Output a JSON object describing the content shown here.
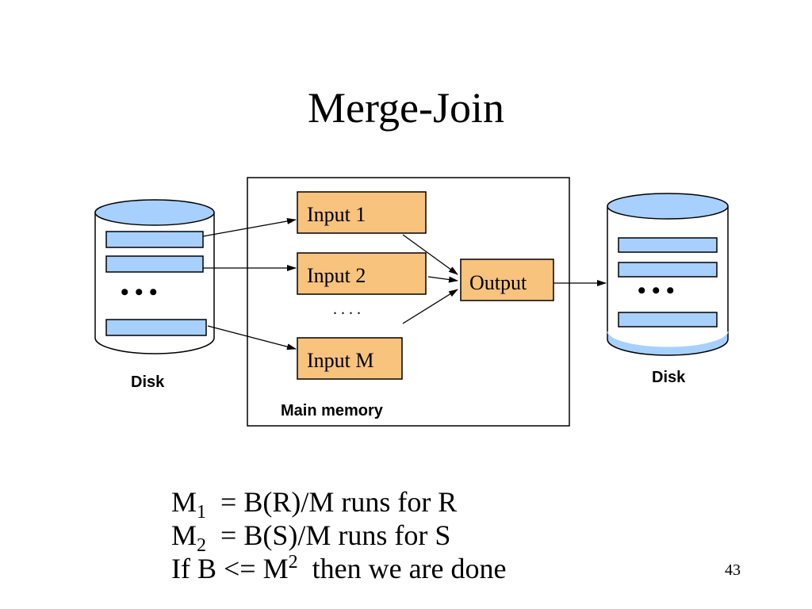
{
  "slide": {
    "title": "Merge-Join",
    "page_number": "43"
  },
  "diagram": {
    "left_disk_label": "Disk",
    "right_disk_label": "Disk",
    "memory_label": "Main memory",
    "disk_dots": "• • •",
    "input_dots": ". . . .",
    "inputs": [
      "Input 1",
      "Input 2",
      "Input M"
    ],
    "output": "Output",
    "colors": {
      "buffer_fill": "#f7c37d",
      "disk_fill": "#a8d0ff",
      "stroke": "#000000"
    }
  },
  "formulas": [
    {
      "base": "M",
      "sub": "1",
      "rest": "  = B(R)/M runs for R"
    },
    {
      "base": "M",
      "sub": "2",
      "rest": "  = B(S)/M runs for S"
    },
    {
      "pre": "If B <= M",
      "sup": "2",
      "rest": "  then we are done"
    }
  ]
}
